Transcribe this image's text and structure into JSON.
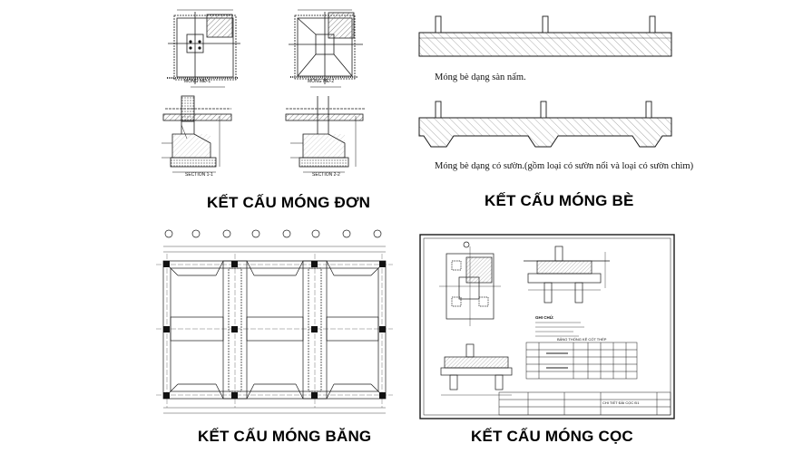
{
  "panels": {
    "don": {
      "caption": "KẾT CẤU MÓNG ĐƠN",
      "drawing_labels": [
        "MÓNG MĐ-1",
        "MÓNG MĐ-2",
        "SECTION 1-1",
        "SECTION 2-2"
      ]
    },
    "be": {
      "caption": "KẾT CẤU MÓNG BÈ",
      "note_flat": "Móng bè dạng sàn nấm.",
      "note_ribbed": "Móng bè dạng có sườn.(gồm loại có sườn nổi và loại có sườn chìm)"
    },
    "bang": {
      "caption": "KẾT CẤU MÓNG BĂNG"
    },
    "coc": {
      "caption": "KẾT CẤU MÓNG CỌC",
      "drawing_labels": [
        "GHI CHÚ:",
        "BẢNG THỐNG KÊ CỐT THÉP",
        "CHI TIẾT ĐÀI CỌC Đ1"
      ]
    }
  },
  "colors": {
    "line": "#1a1a1a",
    "hatch": "#555555",
    "text": "#000000"
  }
}
